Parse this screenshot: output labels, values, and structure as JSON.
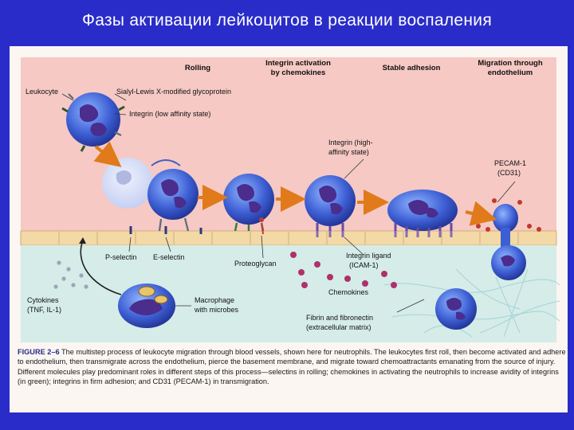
{
  "slide": {
    "title": "Фазы активации лейкоцитов в реакции воспаления"
  },
  "stages": {
    "rolling": "Rolling",
    "integrin_activation_1": "Integrin activation",
    "integrin_activation_2": "by chemokines",
    "stable_adhesion": "Stable adhesion",
    "migration_1": "Migration through",
    "migration_2": "endothelium"
  },
  "labels": {
    "leukocyte": "Leukocyte",
    "sialyl": "Sialyl-Lewis X-modified glycoprotein",
    "integrin_low": "Integrin (low affinity state)",
    "integrin_high_1": "Integrin (high-",
    "integrin_high_2": "affinity state)",
    "pecam_1": "PECAM-1",
    "pecam_2": "(CD31)",
    "p_selectin": "P-selectin",
    "e_selectin": "E-selectin",
    "proteoglycan": "Proteoglycan",
    "integrin_ligand_1": "Integrin ligand",
    "integrin_ligand_2": "(ICAM-1)",
    "cytokines_1": "Cytokines",
    "cytokines_2": "(TNF, IL-1)",
    "macrophage_1": "Macrophage",
    "macrophage_2": "with microbes",
    "chemokines": "Chemokines",
    "fibrin_1": "Fibrin and fibronectin",
    "fibrin_2": "(extracellular matrix)"
  },
  "caption": {
    "figure_label": "FIGURE 2–6",
    "text": "The multistep process of leukocyte migration through blood vessels, shown here for neutrophils. The leukocytes first roll, then become activated and adhere to endothelium, then transmigrate across the endothelium, pierce the basement membrane, and migrate toward chemoattractants emanating from the source of injury. Different molecules play predominant roles in different steps of this process—selectins in rolling; chemokines in activating the neutrophils to increase avidity of integrins (in green); integrins in firm adhesion; and CD31 (PECAM-1) in transmigration."
  },
  "colors": {
    "background": "#2a2cc9",
    "vessel": "#f6c9c4",
    "tissue": "#d5ece8",
    "endothelium": "#f3d9a6",
    "cell_body": "#3f63d6",
    "nucleus": "#4a2d8c",
    "arrow": "#e07a1a",
    "chemokine": "#b0306a"
  }
}
